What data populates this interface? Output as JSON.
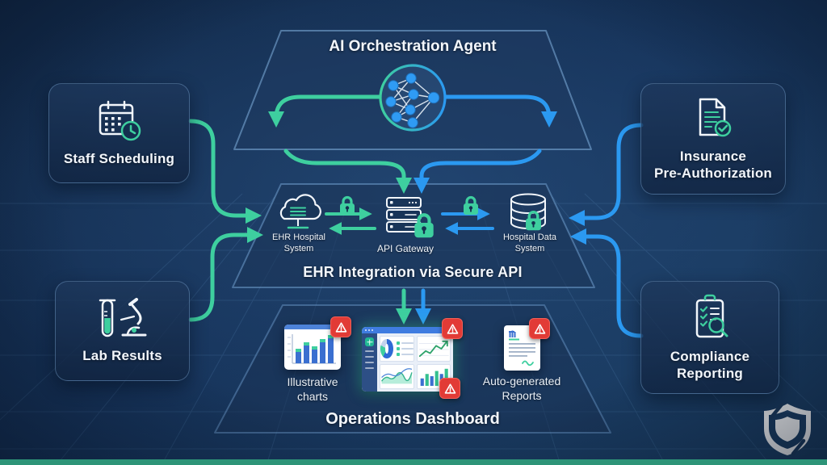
{
  "agent": {
    "title": "AI Orchestration Agent"
  },
  "inputs": {
    "staff": {
      "label": "Staff Scheduling"
    },
    "lab": {
      "label": "Lab Results"
    },
    "insurance": {
      "line1": "Insurance",
      "line2": "Pre-Authorization"
    },
    "compliance": {
      "line1": "Compliance",
      "line2": "Reporting"
    }
  },
  "ehr": {
    "title": "EHR Integration via Secure API",
    "hospital_system": {
      "line1": "EHR Hospital",
      "line2": "System"
    },
    "api_gateway": {
      "label": "API Gateway"
    },
    "data_system": {
      "line1": "Hospital Data",
      "line2": "System"
    }
  },
  "operations": {
    "title": "Operations Dashboard",
    "charts": {
      "line1": "Illustrative",
      "line2": "charts"
    },
    "reports": {
      "line1": "Auto-generated",
      "line2": "Reports"
    }
  },
  "icons": {
    "agent": "neural-network-icon",
    "staff": "calendar-clock-icon",
    "lab": "test-tube-microscope-icon",
    "insurance": "document-check-icon",
    "compliance": "clipboard-search-icon",
    "hospital_system": "cloud-server-icon",
    "api_gateway": "server-stack-icon",
    "data_system": "database-icon",
    "security": "lock-icon",
    "alert": "warning-triangle-icon",
    "brand": "shield-icon"
  },
  "colors": {
    "teal_accent": "#3ECF9F",
    "blue_accent": "#2B99F1",
    "alert_red": "#E23B36",
    "footer_bar": "#2E9478",
    "background": "#16335A"
  }
}
